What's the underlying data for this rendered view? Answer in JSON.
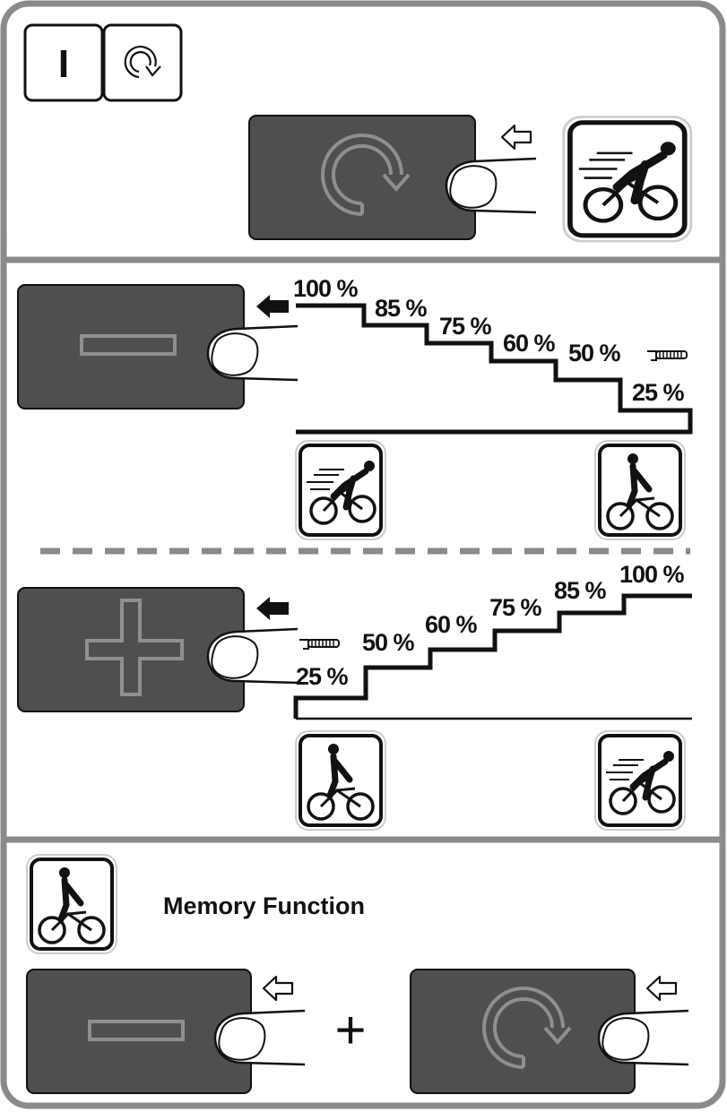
{
  "top": {
    "mode_symbol": "I"
  },
  "decrease": {
    "steps": [
      "100 %",
      "85 %",
      "75 %",
      "60 %",
      "50 %",
      "25 %"
    ]
  },
  "increase": {
    "steps": [
      "25 %",
      "50 %",
      "60 %",
      "75 %",
      "85 %",
      "100 %"
    ]
  },
  "memory": {
    "title": "Memory Function",
    "combine": "+"
  },
  "icons": {
    "cycle": "cycle-icon",
    "sport_rider": "sport-rider-icon",
    "upright_rider": "upright-rider-icon",
    "minus": "minus-icon",
    "plus": "plus-icon",
    "finger": "finger-press-icon",
    "arrow_outline": "outline-arrow-left-icon",
    "arrow_solid": "solid-arrow-left-icon",
    "turtle": "slow-speed-icon"
  },
  "colors": {
    "frame": "#8a8a8a",
    "button": "#4f4f4f",
    "button_symbol": "#8f8f8f",
    "ink": "#111111"
  }
}
